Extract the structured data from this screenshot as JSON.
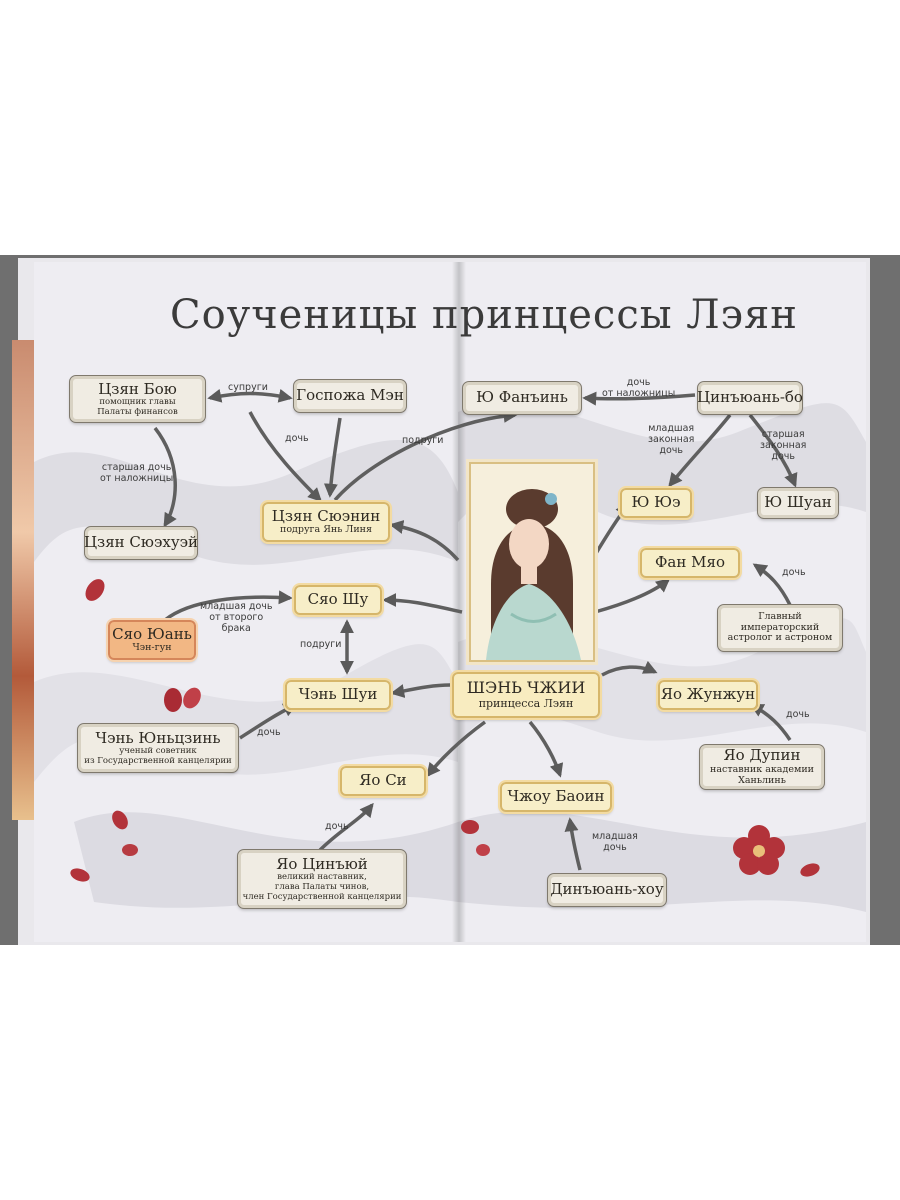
{
  "title": "Соученицы принцессы Лэян",
  "nodes": {
    "jiang_boyu": {
      "name": "Цзян Бою",
      "sub": "помощник главы\nПалаты финансов"
    },
    "meng": {
      "name": "Госпожа Мэн",
      "sub": ""
    },
    "jiang_xueyi": {
      "name": "Цзян Сюэхуэй",
      "sub": ""
    },
    "jiang_xunin": {
      "name": "Цзян Сюэнин",
      "sub": "подруга Янь Линя"
    },
    "xiao_shu": {
      "name": "Сяо Шу",
      "sub": ""
    },
    "xiao_yuan": {
      "name": "Сяо Юань",
      "sub": "Чэн-гун"
    },
    "chen_shui": {
      "name": "Чэнь Шуи",
      "sub": ""
    },
    "chen_yunzin": {
      "name": "Чэнь Юньцзинь",
      "sub": "ученый советник\nиз Государственной канцелярии"
    },
    "yao_si": {
      "name": "Яо Си",
      "sub": ""
    },
    "yao_qinyu": {
      "name": "Яо Цинъюй",
      "sub": "великий наставник,\nглава Палаты чинов,\nчлен Государственной канцелярии"
    },
    "yu_fanyin": {
      "name": "Ю Фанъинь",
      "sub": ""
    },
    "qinyuan_bo": {
      "name": "Цинъюань-бо",
      "sub": ""
    },
    "yu_yue": {
      "name": "Ю Юэ",
      "sub": ""
    },
    "yu_shuan": {
      "name": "Ю Шуан",
      "sub": ""
    },
    "fan_miao": {
      "name": "Фан Мяо",
      "sub": ""
    },
    "astrologer": {
      "name": "",
      "sub": "Главный\nимператорский\nастролог и астроном"
    },
    "shen_zhi": {
      "name": "ШЭНЬ ЧЖИИ",
      "sub": "принцесса Лэян"
    },
    "yao_zhunzhun": {
      "name": "Яо Жунжун",
      "sub": ""
    },
    "yao_dupin": {
      "name": "Яо Дупин",
      "sub": "наставник академии\nХаньлинь"
    },
    "zhou_baoin": {
      "name": "Чжоу Баоин",
      "sub": ""
    },
    "dinyuan_hou": {
      "name": "Динъюань-хоу",
      "sub": ""
    }
  },
  "edge_labels": {
    "spouses": "супруги",
    "daughter1": "дочь",
    "friends1": "подруги",
    "elder_concubine": "старшая дочь\nот наложницы",
    "younger_second": "младшая дочь\nот второго\nбрака",
    "friends2": "подруги",
    "daughter_chen": "дочь",
    "daughter_yao": "дочь",
    "concubine_daughter": "дочь\nот наложницы",
    "younger_legit": "младшая\nзаконная\nдочь",
    "elder_legit": "старшая\nзаконная\nдочь",
    "daughter_fan": "дочь",
    "daughter_yaodupin": "дочь",
    "younger_daughter": "младшая\nдочь"
  },
  "colors": {
    "gray_frame": "#9d9688",
    "cream": "#f7eec8",
    "orange": "#f2b784",
    "arrow": "#5a5a5a",
    "petal": "#b2333a"
  }
}
